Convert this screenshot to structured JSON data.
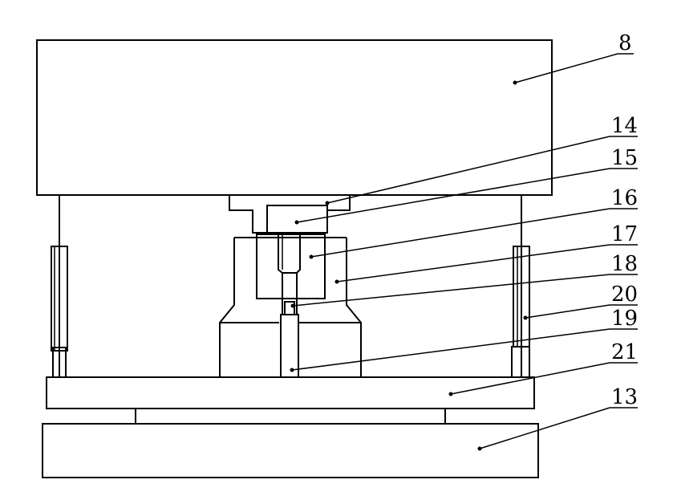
{
  "labels": {
    "upper_plate": "8",
    "block_14": "14",
    "block_15": "15",
    "block_16": "16",
    "block_17": "17",
    "block_18": "18",
    "block_20": "20",
    "block_19": "19",
    "block_21": "21",
    "base_13": "13"
  },
  "colors": {
    "line": "#000000",
    "background": "#ffffff"
  }
}
